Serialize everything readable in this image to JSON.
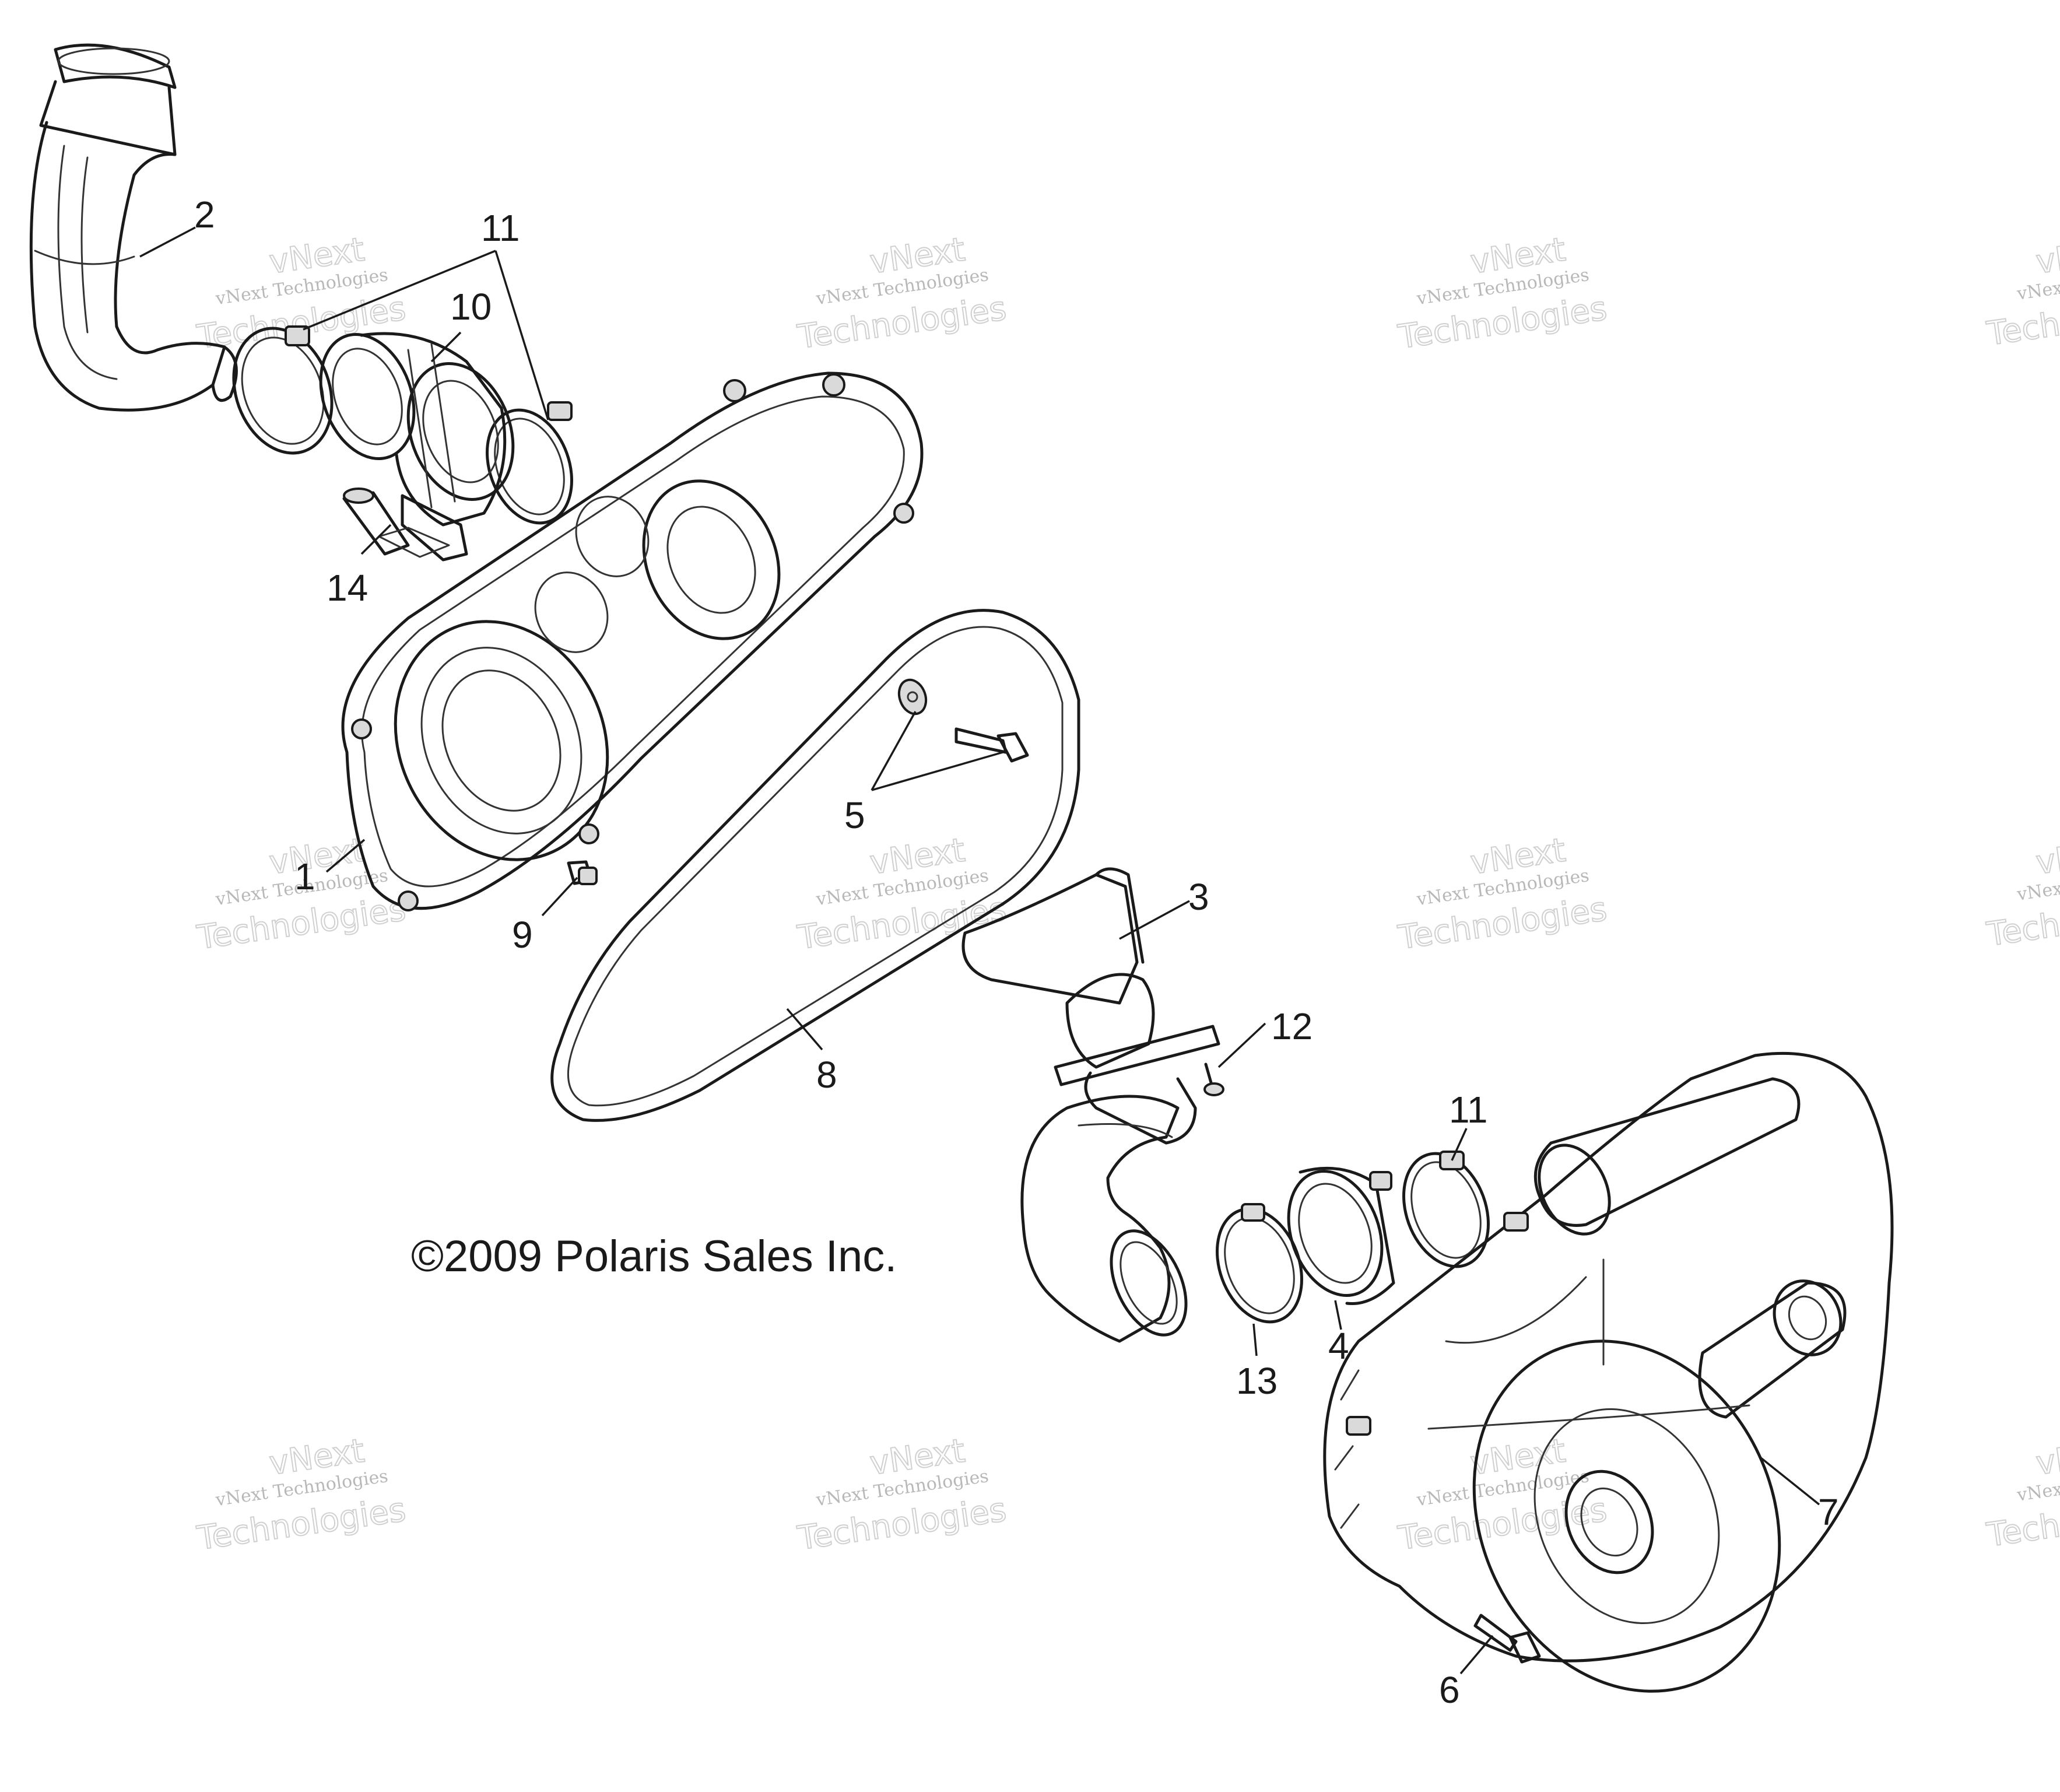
{
  "diagram": {
    "copyright": "©2009 Polaris Sales Inc.",
    "callouts": {
      "c1": "1",
      "c2": "2",
      "c3": "3",
      "c4": "4",
      "c5": "5",
      "c6": "6",
      "c7": "7",
      "c8": "8",
      "c9": "9",
      "c10": "10",
      "c11a": "11",
      "c11b": "11",
      "c12": "12",
      "c13": "13",
      "c14": "14"
    },
    "watermark": {
      "line1": "vNext Technologies",
      "line2": "vNext",
      "line3": "Technologies"
    }
  }
}
